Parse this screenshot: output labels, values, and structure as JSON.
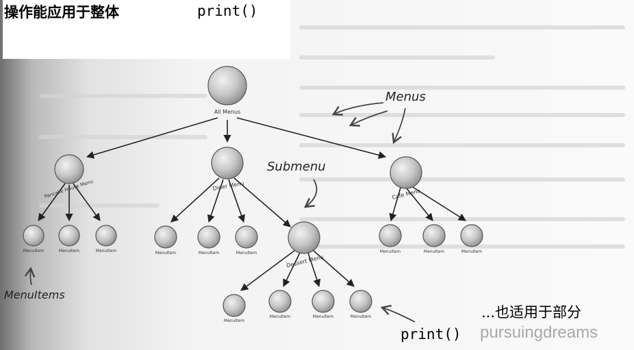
{
  "headline": "操作能应用于整体",
  "print_top": "print()",
  "print_bottom": "print()",
  "bottom_right": "...也适用于部分",
  "watermark": "pursuingdreams",
  "annotations": {
    "menus": "Menus",
    "submenu": "Submenu",
    "menuitems": "MenuItems"
  },
  "nodes": {
    "all_menus": "All Menus",
    "pancake": "Pancake House Menu",
    "diner": "Diner Menu",
    "cafe": "Cafe Menu",
    "dessert": "Dessert Menu",
    "menuitem": "MenuItem"
  },
  "colors": {
    "node_fill": "#c9c9c9",
    "node_stroke": "#555555",
    "ink": "#222222",
    "watermark": "#a9a9a9"
  }
}
